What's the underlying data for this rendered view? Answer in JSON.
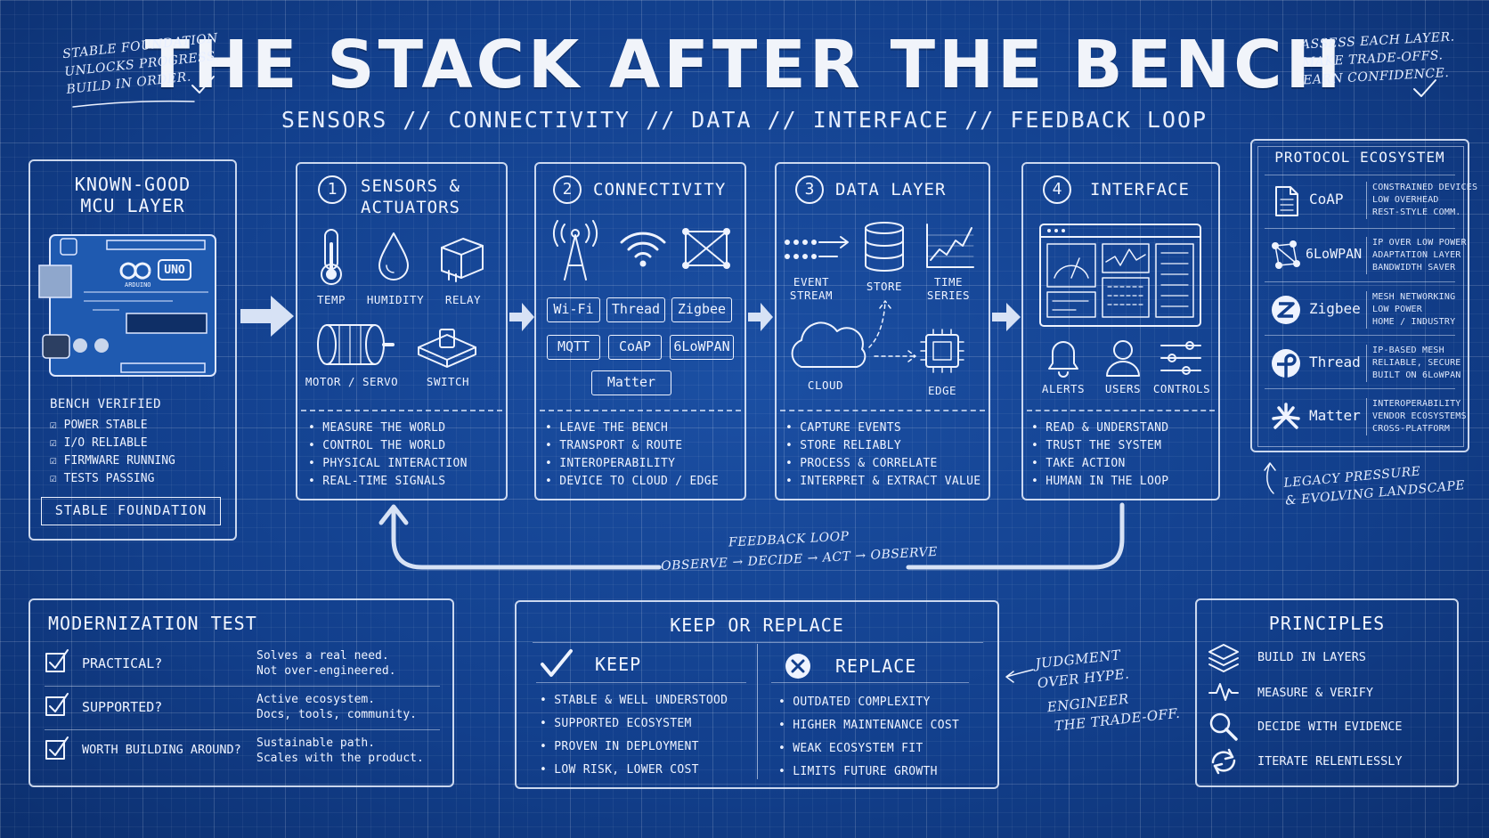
{
  "title": "THE STACK AFTER THE BENCH",
  "subtitle": "SENSORS // CONNECTIVITY // DATA // INTERFACE // FEEDBACK LOOP",
  "note_left": [
    "STABLE FOUNDATION",
    "UNLOCKS PROGRESS.",
    "BUILD IN ORDER."
  ],
  "note_right": [
    "ASSESS EACH LAYER.",
    "MAKE TRADE-OFFS.",
    "EARN CONFIDENCE."
  ],
  "mcu": {
    "title": [
      "KNOWN-GOOD",
      "MCU LAYER"
    ],
    "board_labels": [
      "UNO",
      "ARDUINO"
    ],
    "verified_title": "BENCH VERIFIED",
    "checks": [
      "POWER STABLE",
      "I/O RELIABLE",
      "FIRMWARE RUNNING",
      "TESTS PASSING"
    ],
    "badge": "STABLE FOUNDATION"
  },
  "layers": [
    {
      "num": "1",
      "title": [
        "SENSORS &",
        "ACTUATORS"
      ],
      "labels": [
        "TEMP",
        "HUMIDITY",
        "RELAY",
        "MOTOR / SERVO",
        "SWITCH"
      ],
      "bullets": [
        "MEASURE THE WORLD",
        "CONTROL THE WORLD",
        "PHYSICAL INTERACTION",
        "REAL-TIME SIGNALS"
      ]
    },
    {
      "num": "2",
      "title": [
        "CONNECTIVITY"
      ],
      "chips": [
        "Wi-Fi",
        "Thread",
        "Zigbee",
        "MQTT",
        "CoAP",
        "6LoWPAN",
        "Matter"
      ],
      "bullets": [
        "LEAVE THE BENCH",
        "TRANSPORT & ROUTE",
        "INTEROPERABILITY",
        "DEVICE TO CLOUD / EDGE"
      ]
    },
    {
      "num": "3",
      "title": [
        "DATA LAYER"
      ],
      "labels": [
        "EVENT",
        "STREAM",
        "STORE",
        "TIME",
        "SERIES",
        "CLOUD",
        "EDGE"
      ],
      "bullets": [
        "CAPTURE EVENTS",
        "STORE RELIABLY",
        "PROCESS & CORRELATE",
        "INTERPRET & EXTRACT VALUE"
      ]
    },
    {
      "num": "4",
      "title": [
        "INTERFACE"
      ],
      "labels": [
        "ALERTS",
        "USERS",
        "CONTROLS"
      ],
      "bullets": [
        "READ & UNDERSTAND",
        "TRUST THE SYSTEM",
        "TAKE ACTION",
        "HUMAN IN THE LOOP"
      ]
    }
  ],
  "protocols": {
    "title": "PROTOCOL ECOSYSTEM",
    "items": [
      {
        "name": "CoAP",
        "desc": [
          "CONSTRAINED DEVICES",
          "LOW OVERHEAD",
          "REST-STYLE COMM."
        ]
      },
      {
        "name": "6LoWPAN",
        "desc": [
          "IP OVER LOW POWER",
          "ADAPTATION LAYER",
          "BANDWIDTH SAVER"
        ]
      },
      {
        "name": "Zigbee",
        "desc": [
          "MESH NETWORKING",
          "LOW POWER",
          "HOME / INDUSTRY"
        ]
      },
      {
        "name": "Thread",
        "desc": [
          "IP-BASED MESH",
          "RELIABLE, SECURE",
          "BUILT ON 6LoWPAN"
        ]
      },
      {
        "name": "Matter",
        "desc": [
          "INTEROPERABILITY",
          "VENDOR ECOSYSTEMS",
          "CROSS-PLATFORM"
        ]
      }
    ],
    "note": [
      "LEGACY PRESSURE",
      "& EVOLVING LANDSCAPE"
    ]
  },
  "feedback": {
    "title": "FEEDBACK LOOP",
    "steps": "OBSERVE → DECIDE → ACT → OBSERVE"
  },
  "modernization": {
    "title": "MODERNIZATION TEST",
    "rows": [
      {
        "q": "PRACTICAL?",
        "a": [
          "Solves a real need.",
          "Not over-engineered."
        ]
      },
      {
        "q": "SUPPORTED?",
        "a": [
          "Active ecosystem.",
          "Docs, tools, community."
        ]
      },
      {
        "q": "WORTH BUILDING AROUND?",
        "a": [
          "Sustainable path.",
          "Scales with the product."
        ]
      }
    ]
  },
  "keep_replace": {
    "title": "KEEP OR REPLACE",
    "keep_title": "KEEP",
    "keep": [
      "STABLE & WELL UNDERSTOOD",
      "SUPPORTED ECOSYSTEM",
      "PROVEN IN DEPLOYMENT",
      "LOW RISK, LOWER COST"
    ],
    "replace_title": "REPLACE",
    "replace": [
      "OUTDATED COMPLEXITY",
      "HIGHER MAINTENANCE COST",
      "WEAK ECOSYSTEM FIT",
      "LIMITS FUTURE GROWTH"
    ]
  },
  "judgment_note": [
    "JUDGMENT",
    "OVER HYPE.",
    "ENGINEER",
    "THE TRADE-OFF."
  ],
  "principles": {
    "title": "PRINCIPLES",
    "items": [
      "BUILD IN LAYERS",
      "MEASURE & VERIFY",
      "DECIDE WITH EVIDENCE",
      "ITERATE RELENTLESSLY"
    ]
  }
}
